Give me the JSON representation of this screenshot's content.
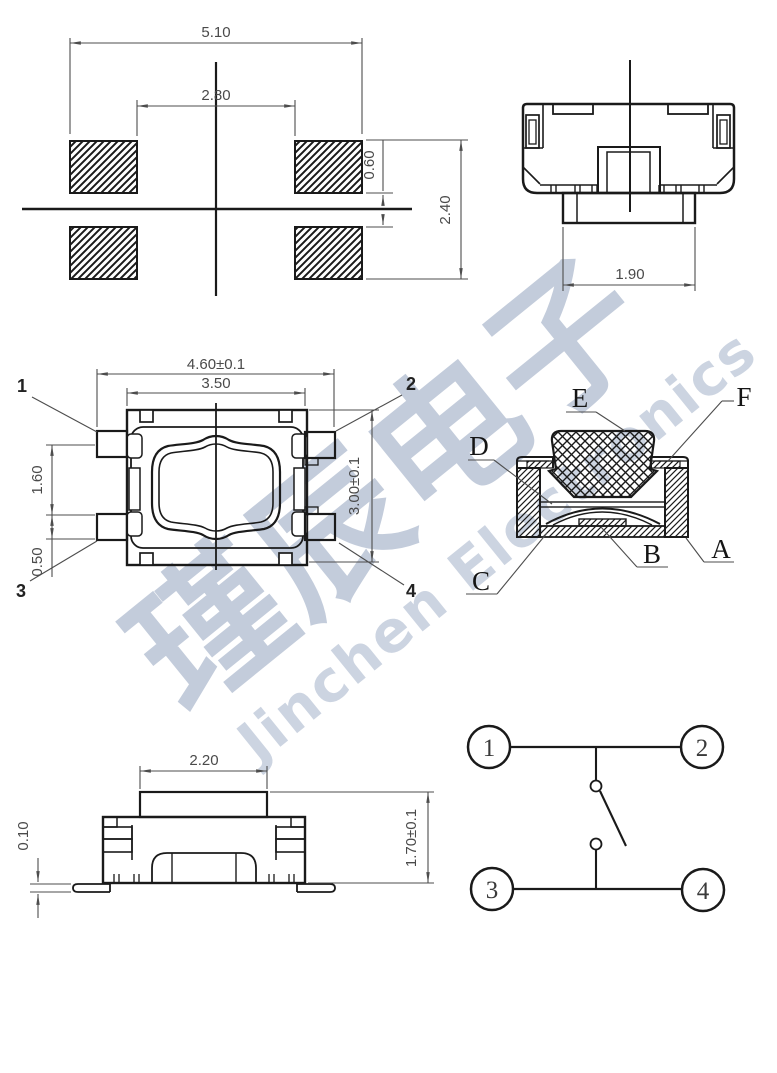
{
  "watermark": {
    "line1": "瑾辰电子",
    "line2": "Jinchen Electronics",
    "color_chinese": "#c3ccdb",
    "color_english": "#ccd4e1"
  },
  "land_pattern_view": {
    "dim_overall_width": "5.10",
    "dim_inner_width": "2.80",
    "dim_pad_gap": "0.60",
    "dim_overall_height": "2.40"
  },
  "side_view": {
    "dim_base_width": "1.90"
  },
  "top_view": {
    "dim_overall_width": "4.60±0.1",
    "dim_body_width": "3.50",
    "dim_pin_pitch": "1.60",
    "dim_pin_width": "0.50",
    "dim_body_height": "3.00±0.1",
    "pin_labels": [
      "1",
      "2",
      "3",
      "4"
    ]
  },
  "section_view": {
    "part_labels": [
      "A",
      "B",
      "C",
      "D",
      "E",
      "F"
    ]
  },
  "front_view": {
    "dim_button_width": "2.20",
    "dim_standoff": "0.10",
    "dim_height": "1.70±0.1"
  },
  "schematic": {
    "terminal_labels": [
      "1",
      "2",
      "3",
      "4"
    ]
  },
  "colors": {
    "drawing_line": "#1a1a1a",
    "dimension_line": "#4d4d4d",
    "background": "#ffffff"
  }
}
